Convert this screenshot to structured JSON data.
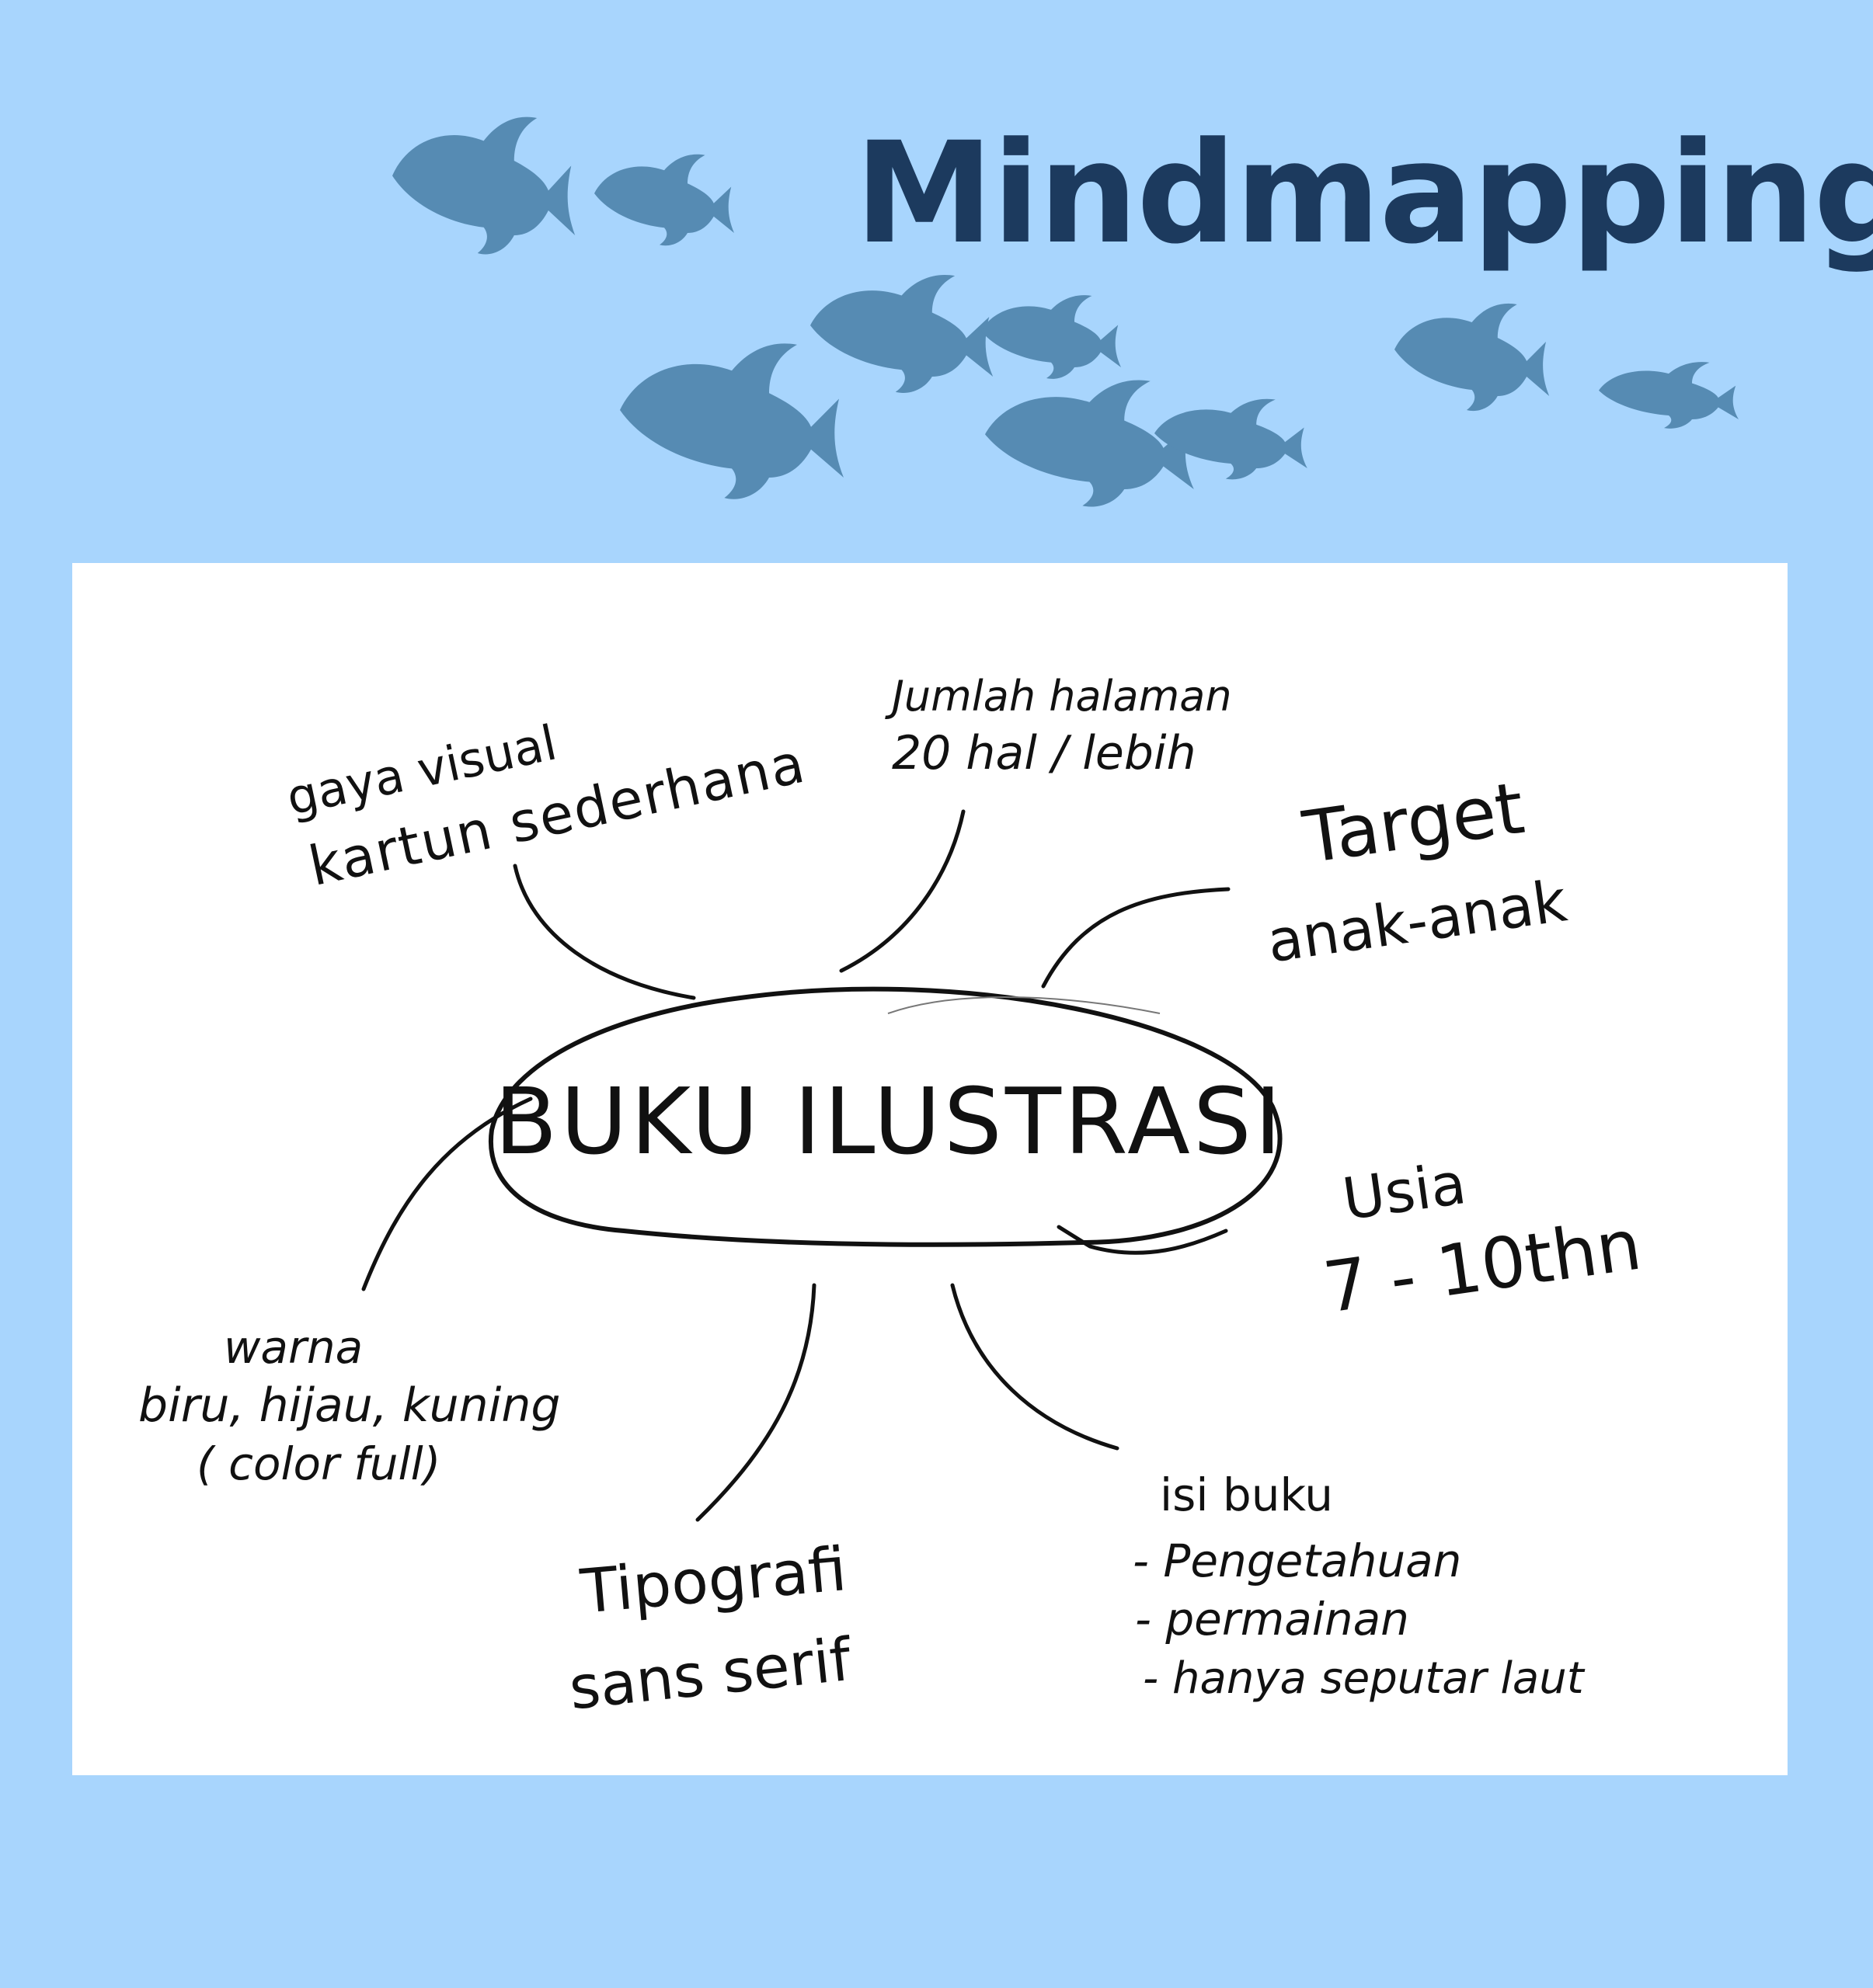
{
  "title": "Mindmapping",
  "colors": {
    "background": "#a8d5fd",
    "title": "#1c3a5e",
    "fish": "#568bb3",
    "panel": "#ffffff",
    "ink": "#111111"
  },
  "center": {
    "label": "BUKU ILUSTRASI"
  },
  "branches": {
    "gaya_visual": {
      "line1": "gaya visual",
      "line2": "kartun sederhana"
    },
    "jumlah_halaman": {
      "line1": "Jumlah halaman",
      "line2": "20 hal / lebih"
    },
    "target": {
      "line1": "Target",
      "line2": "anak-anak"
    },
    "usia": {
      "line1": "Usia",
      "line2": "7 - 10thn"
    },
    "isi_buku": {
      "heading": "isi buku",
      "items": [
        "- Pengetahuan",
        "- permainan",
        "- hanya seputar laut"
      ]
    },
    "tipografi": {
      "line1": "Tipografi",
      "line2": "sans serif"
    },
    "warna": {
      "line1": "warna",
      "line2": "biru, hijau, kuning",
      "line3": "( color full)"
    }
  }
}
